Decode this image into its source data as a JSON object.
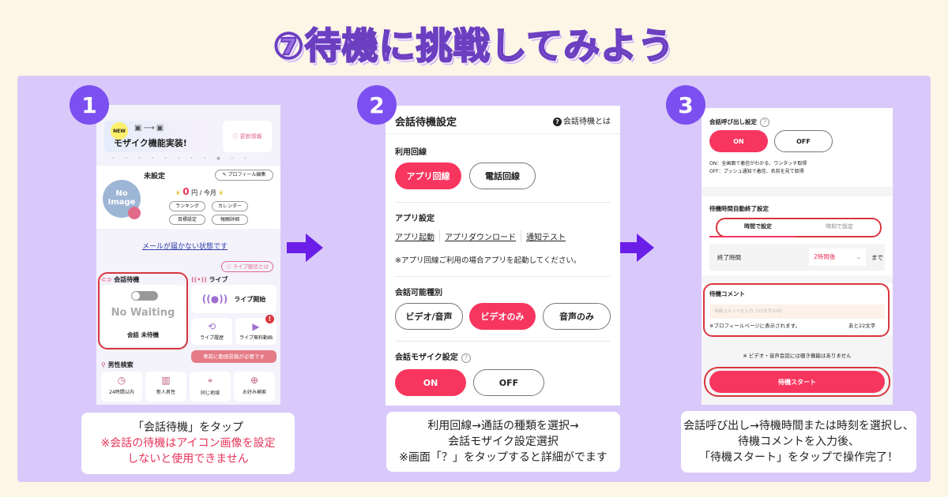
{
  "title": "⑦待機に挑戦してみよう",
  "colors": {
    "accent_purple": "#7c4ff0",
    "panel_bg": "#d9c9fa",
    "page_bg": "#fdf6e6",
    "primary_pink": "#f7365f",
    "highlight_red": "#d9363e",
    "link_blue": "#2d3fa8"
  },
  "steps": [
    {
      "number": "1",
      "phone": {
        "banner": {
          "badge": "NEW",
          "icons": "▣⟶▣",
          "text": "モザイク機能実装!"
        },
        "update_button": "ⓘ 更新情報",
        "carousel_dots": "• • • • • • • • ● • •",
        "profile": {
          "name": "未設定",
          "edit_button": "✎ プロフィール編集",
          "avatar_text": "No Image",
          "earnings_value": "0",
          "earnings_unit": "円 / 今月",
          "buttons": [
            "ランキング",
            "カレンダー",
            "目標設定",
            "報酬詳細"
          ]
        },
        "mail_warning_link": "メールが届かない状態です",
        "live_about_button": "ⓘ ライブ配信とは",
        "waiting_section": {
          "label": "会話待機",
          "toggle_state": "off",
          "status_big": "No Waiting",
          "status": "会話 未待機"
        },
        "live_section": {
          "label": "ライブ",
          "start_button": "ライブ開始",
          "history_button": "ライブ履歴",
          "free_video_button": "ライブ無料動画",
          "alert_badge": "!",
          "tooltip": "事前に動画投稿が必要です"
        },
        "search_section": {
          "label": "男性検索",
          "tiles": [
            {
              "icon": "clock-icon",
              "label": "24時間以内"
            },
            {
              "icon": "book-icon",
              "label": "新人男性"
            },
            {
              "icon": "map-pin-icon",
              "label": "同じ地域"
            },
            {
              "icon": "search-plus-icon",
              "label": "お好み検索"
            }
          ]
        }
      },
      "caption": {
        "line1": "「会話待機」をタップ",
        "warning_line1": "※会話の待機はアイコン画像を設定",
        "warning_line2": "しないと使用できません"
      }
    },
    {
      "number": "2",
      "phone": {
        "header_title": "会話待機設定",
        "help_link": "会話待機とは",
        "line_section": {
          "label": "利用回線",
          "options": [
            "アプリ回線",
            "電話回線"
          ],
          "selected": "アプリ回線"
        },
        "app_section": {
          "label": "アプリ設定",
          "links": [
            "アプリ起動",
            "アプリダウンロード",
            "通知テスト"
          ],
          "note": "※アプリ回線ご利用の場合アプリを起動してください。"
        },
        "type_section": {
          "label": "会話可能種別",
          "options": [
            "ビデオ/音声",
            "ビデオのみ",
            "音声のみ"
          ],
          "selected": "ビデオのみ"
        },
        "mosaic_section": {
          "label": "会話モザイク設定",
          "help": "?",
          "options": [
            "ON",
            "OFF"
          ],
          "selected": "ON"
        }
      },
      "caption": {
        "line1": "利用回線→通話の種類を選択→",
        "line2": "会話モザイク設定選択",
        "line3": "※画面「？」をタップすると詳細がでます"
      }
    },
    {
      "number": "3",
      "phone": {
        "call_section": {
          "label": "会話呼び出し設定",
          "help": "?",
          "options": [
            "ON",
            "OFF"
          ],
          "selected": "ON",
          "note_on": "ON：全画面で着信がわかる、ワンタッチ取得",
          "note_off": "OFF：プッシュ通知で着信、名前を見て取得"
        },
        "auto_end_section": {
          "label": "待機時間自動終了設定",
          "tabs": [
            "時間で設定",
            "時刻で設定"
          ],
          "active_tab": "時間で設定",
          "end_time_label": "終了時間",
          "end_time_value": "2時間後",
          "suffix": "まで"
        },
        "comment_section": {
          "label": "待機コメント",
          "placeholder": "待機コメントを入力（22文字以内）",
          "note": "※プロフィールページに表示されます。",
          "remaining": "あと22文字"
        },
        "notice": "※ ビデオ・音声会話には覗き機能はありません",
        "start_button": "待機スタート"
      },
      "caption": {
        "line1": "会話呼び出し→待機時間または時刻を選択し、",
        "line2": "待機コメントを入力後、",
        "line3": "「待機スタート」をタップで操作完了！"
      }
    }
  ]
}
